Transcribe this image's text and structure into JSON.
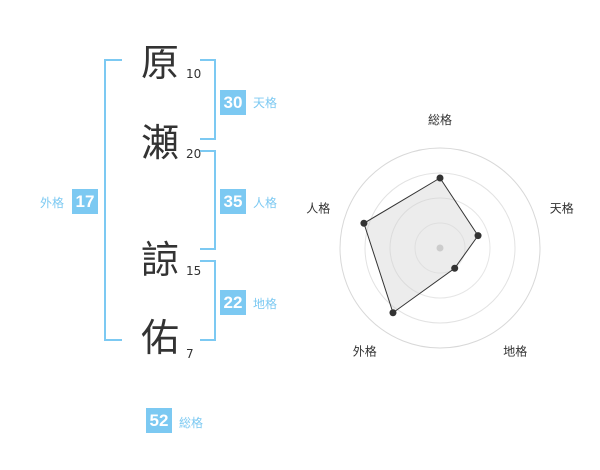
{
  "name_chars": [
    {
      "char": "原",
      "strokes": "10"
    },
    {
      "char": "瀬",
      "strokes": "20"
    },
    {
      "char": "諒",
      "strokes": "15"
    },
    {
      "char": "佑",
      "strokes": "7"
    }
  ],
  "grids": {
    "ten": {
      "value": "30",
      "label": "天格"
    },
    "jin": {
      "value": "35",
      "label": "人格"
    },
    "chi": {
      "value": "22",
      "label": "地格"
    },
    "gai": {
      "value": "17",
      "label": "外格"
    },
    "sou": {
      "value": "52",
      "label": "総格"
    }
  },
  "colors": {
    "accent": "#7cc9f2",
    "text": "#333333",
    "ring": "#dddddd",
    "fill": "#eeeeee"
  },
  "chart_data": {
    "type": "radar",
    "axes": [
      "総格",
      "天格",
      "地格",
      "外格",
      "人格"
    ],
    "values": [
      0.7,
      0.4,
      0.25,
      0.8,
      0.8
    ],
    "rings": 4,
    "max": 1
  }
}
